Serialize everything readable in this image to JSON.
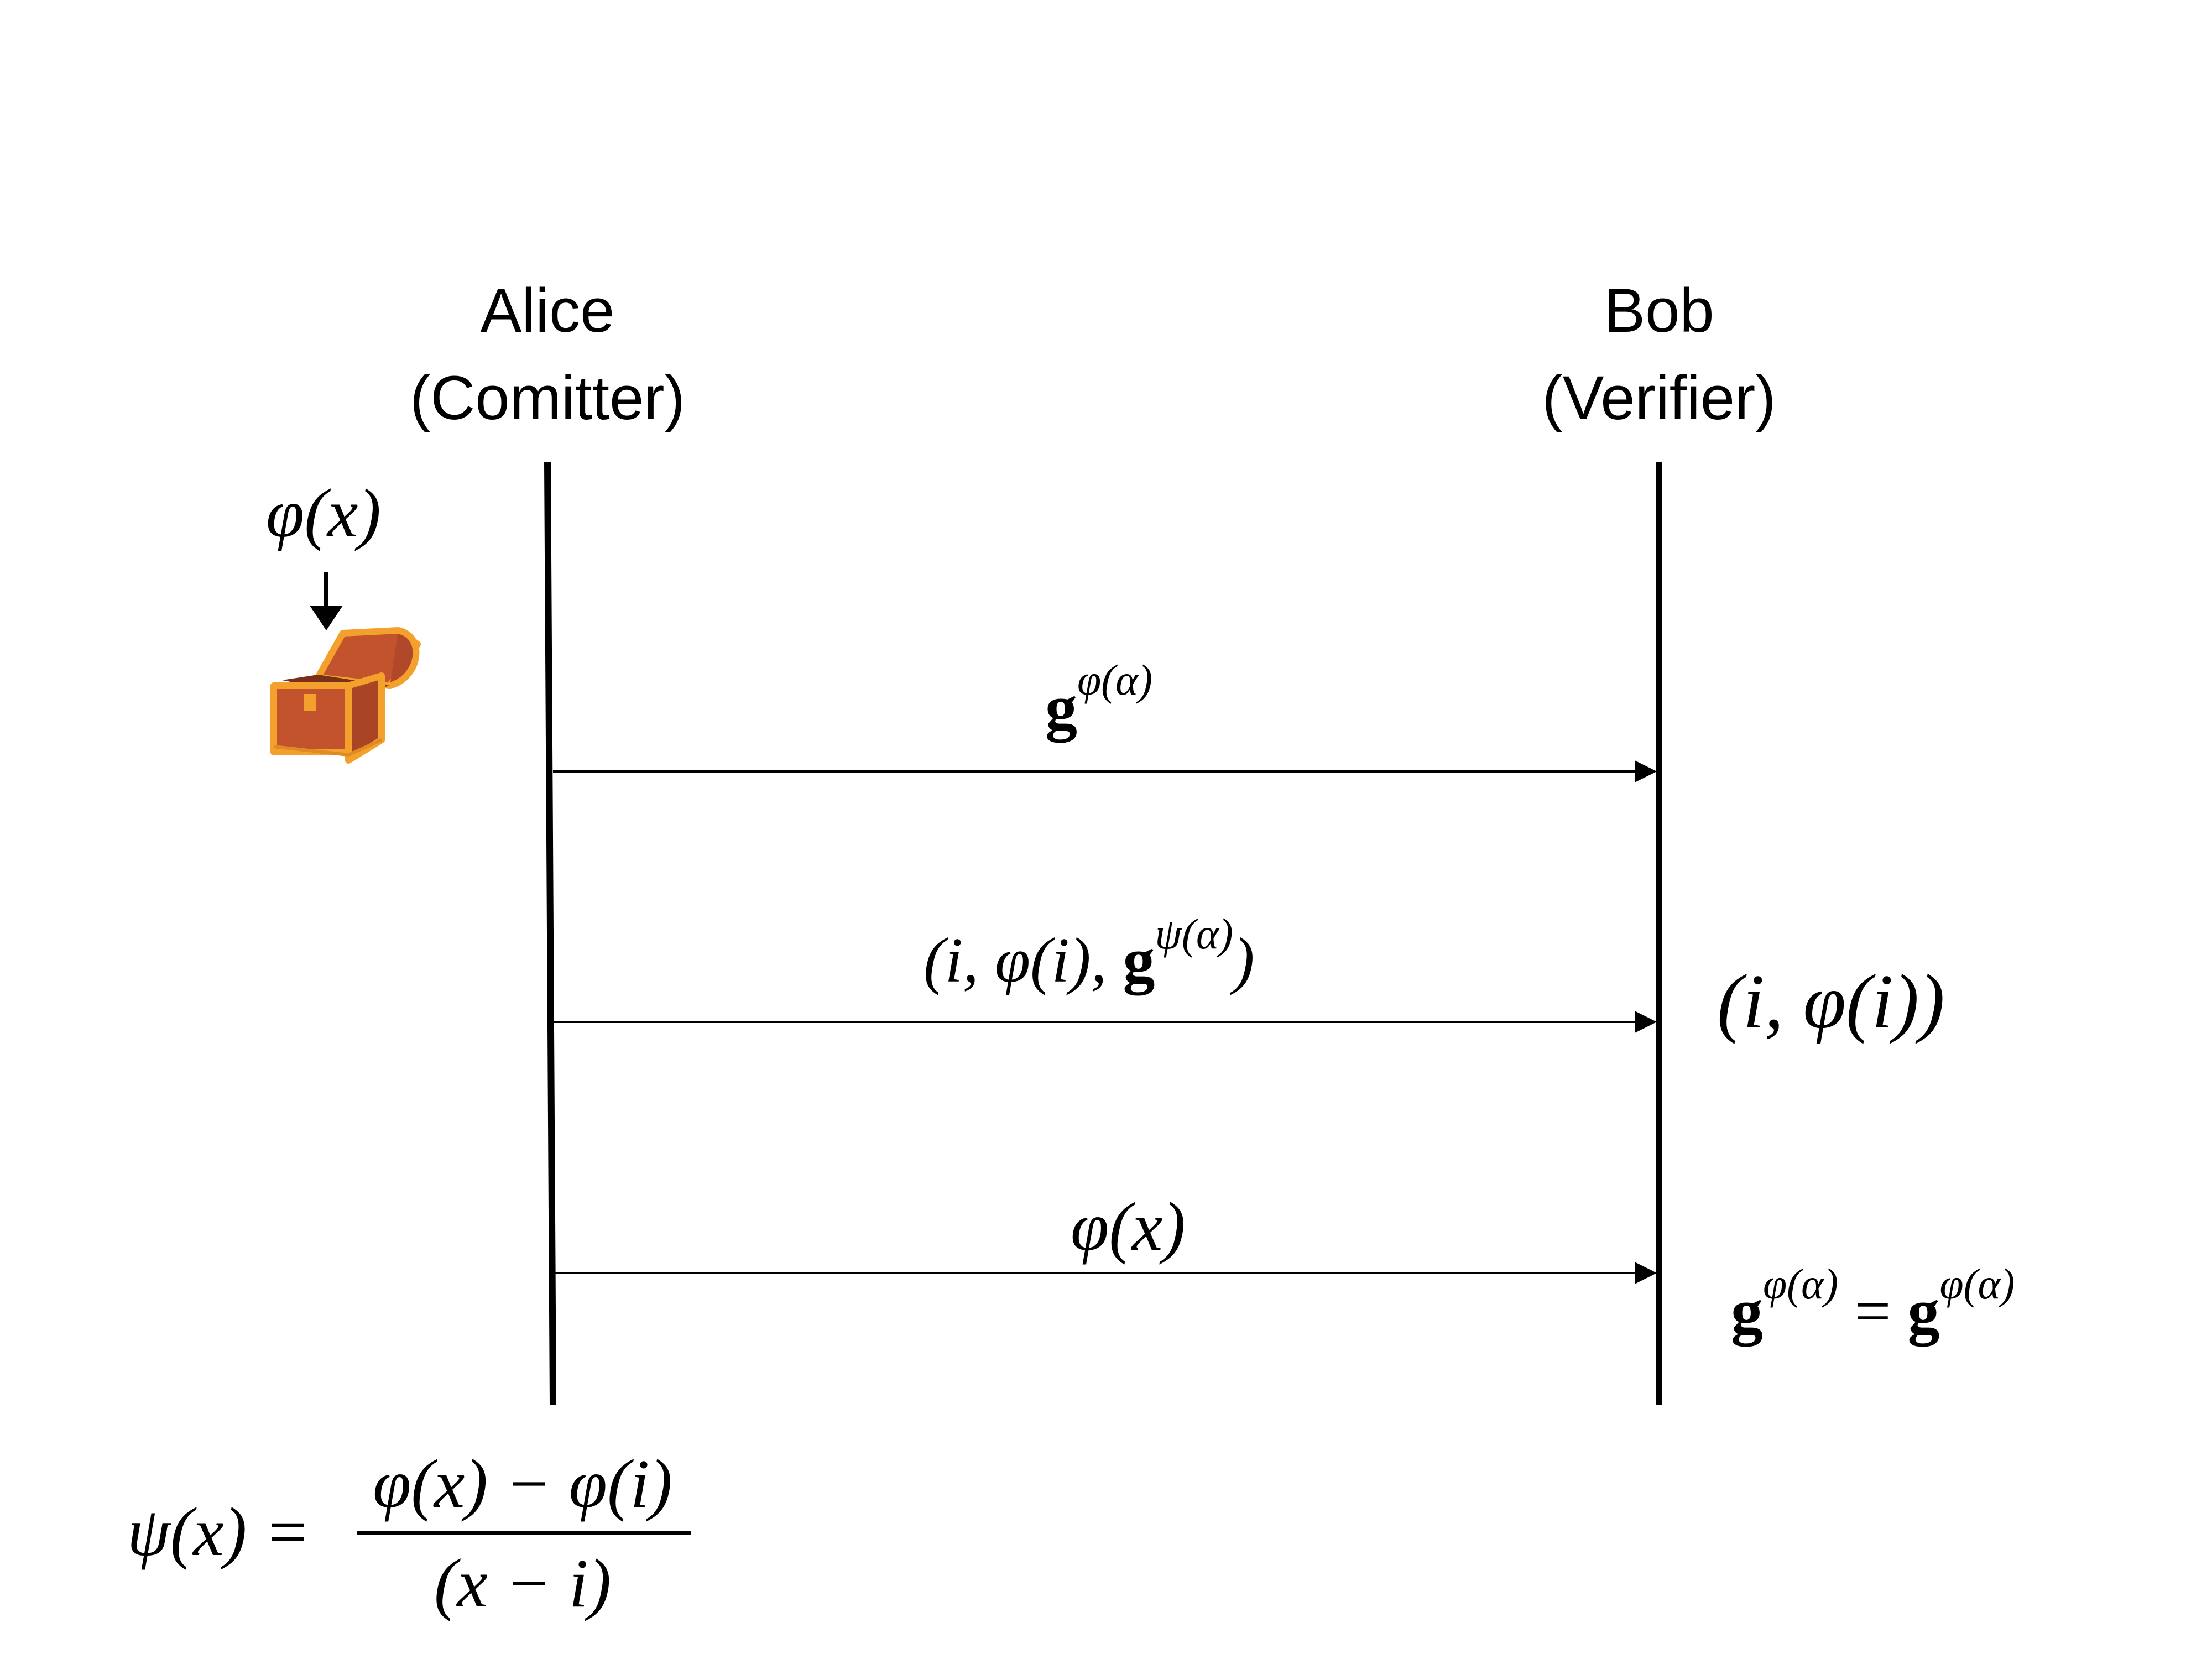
{
  "actors": {
    "alice": {
      "name": "Alice",
      "role": "(Comitter)"
    },
    "bob": {
      "name": "Bob",
      "role": "(Verifier)"
    }
  },
  "alice_side": {
    "polynomial_label": {
      "sym": "φ",
      "arg": "(x)"
    },
    "chest_icon": "treasure-chest-icon"
  },
  "messages": [
    {
      "base": "g",
      "exp": "φ(α)"
    },
    {
      "open": "(i, φ(i), ",
      "base": "g",
      "exp": "ψ(α)",
      "close": ")"
    },
    {
      "sym": "φ",
      "arg": "(x)"
    }
  ],
  "bob_side": {
    "received_point": "(i, φ(i))",
    "check": {
      "lhs_base": "g",
      "lhs_exp": "φ(α)",
      "eq": "=",
      "rhs_base": "g",
      "rhs_exp": "φ(α)"
    }
  },
  "formula": {
    "lhs": "ψ(x) =",
    "numerator": "φ(x) − φ(i)",
    "denominator": "(x − i)"
  },
  "colors": {
    "line": "#000000",
    "chest_body": "#c2532c",
    "chest_frame": "#f3a12c",
    "chest_inner": "#7a2f18"
  }
}
